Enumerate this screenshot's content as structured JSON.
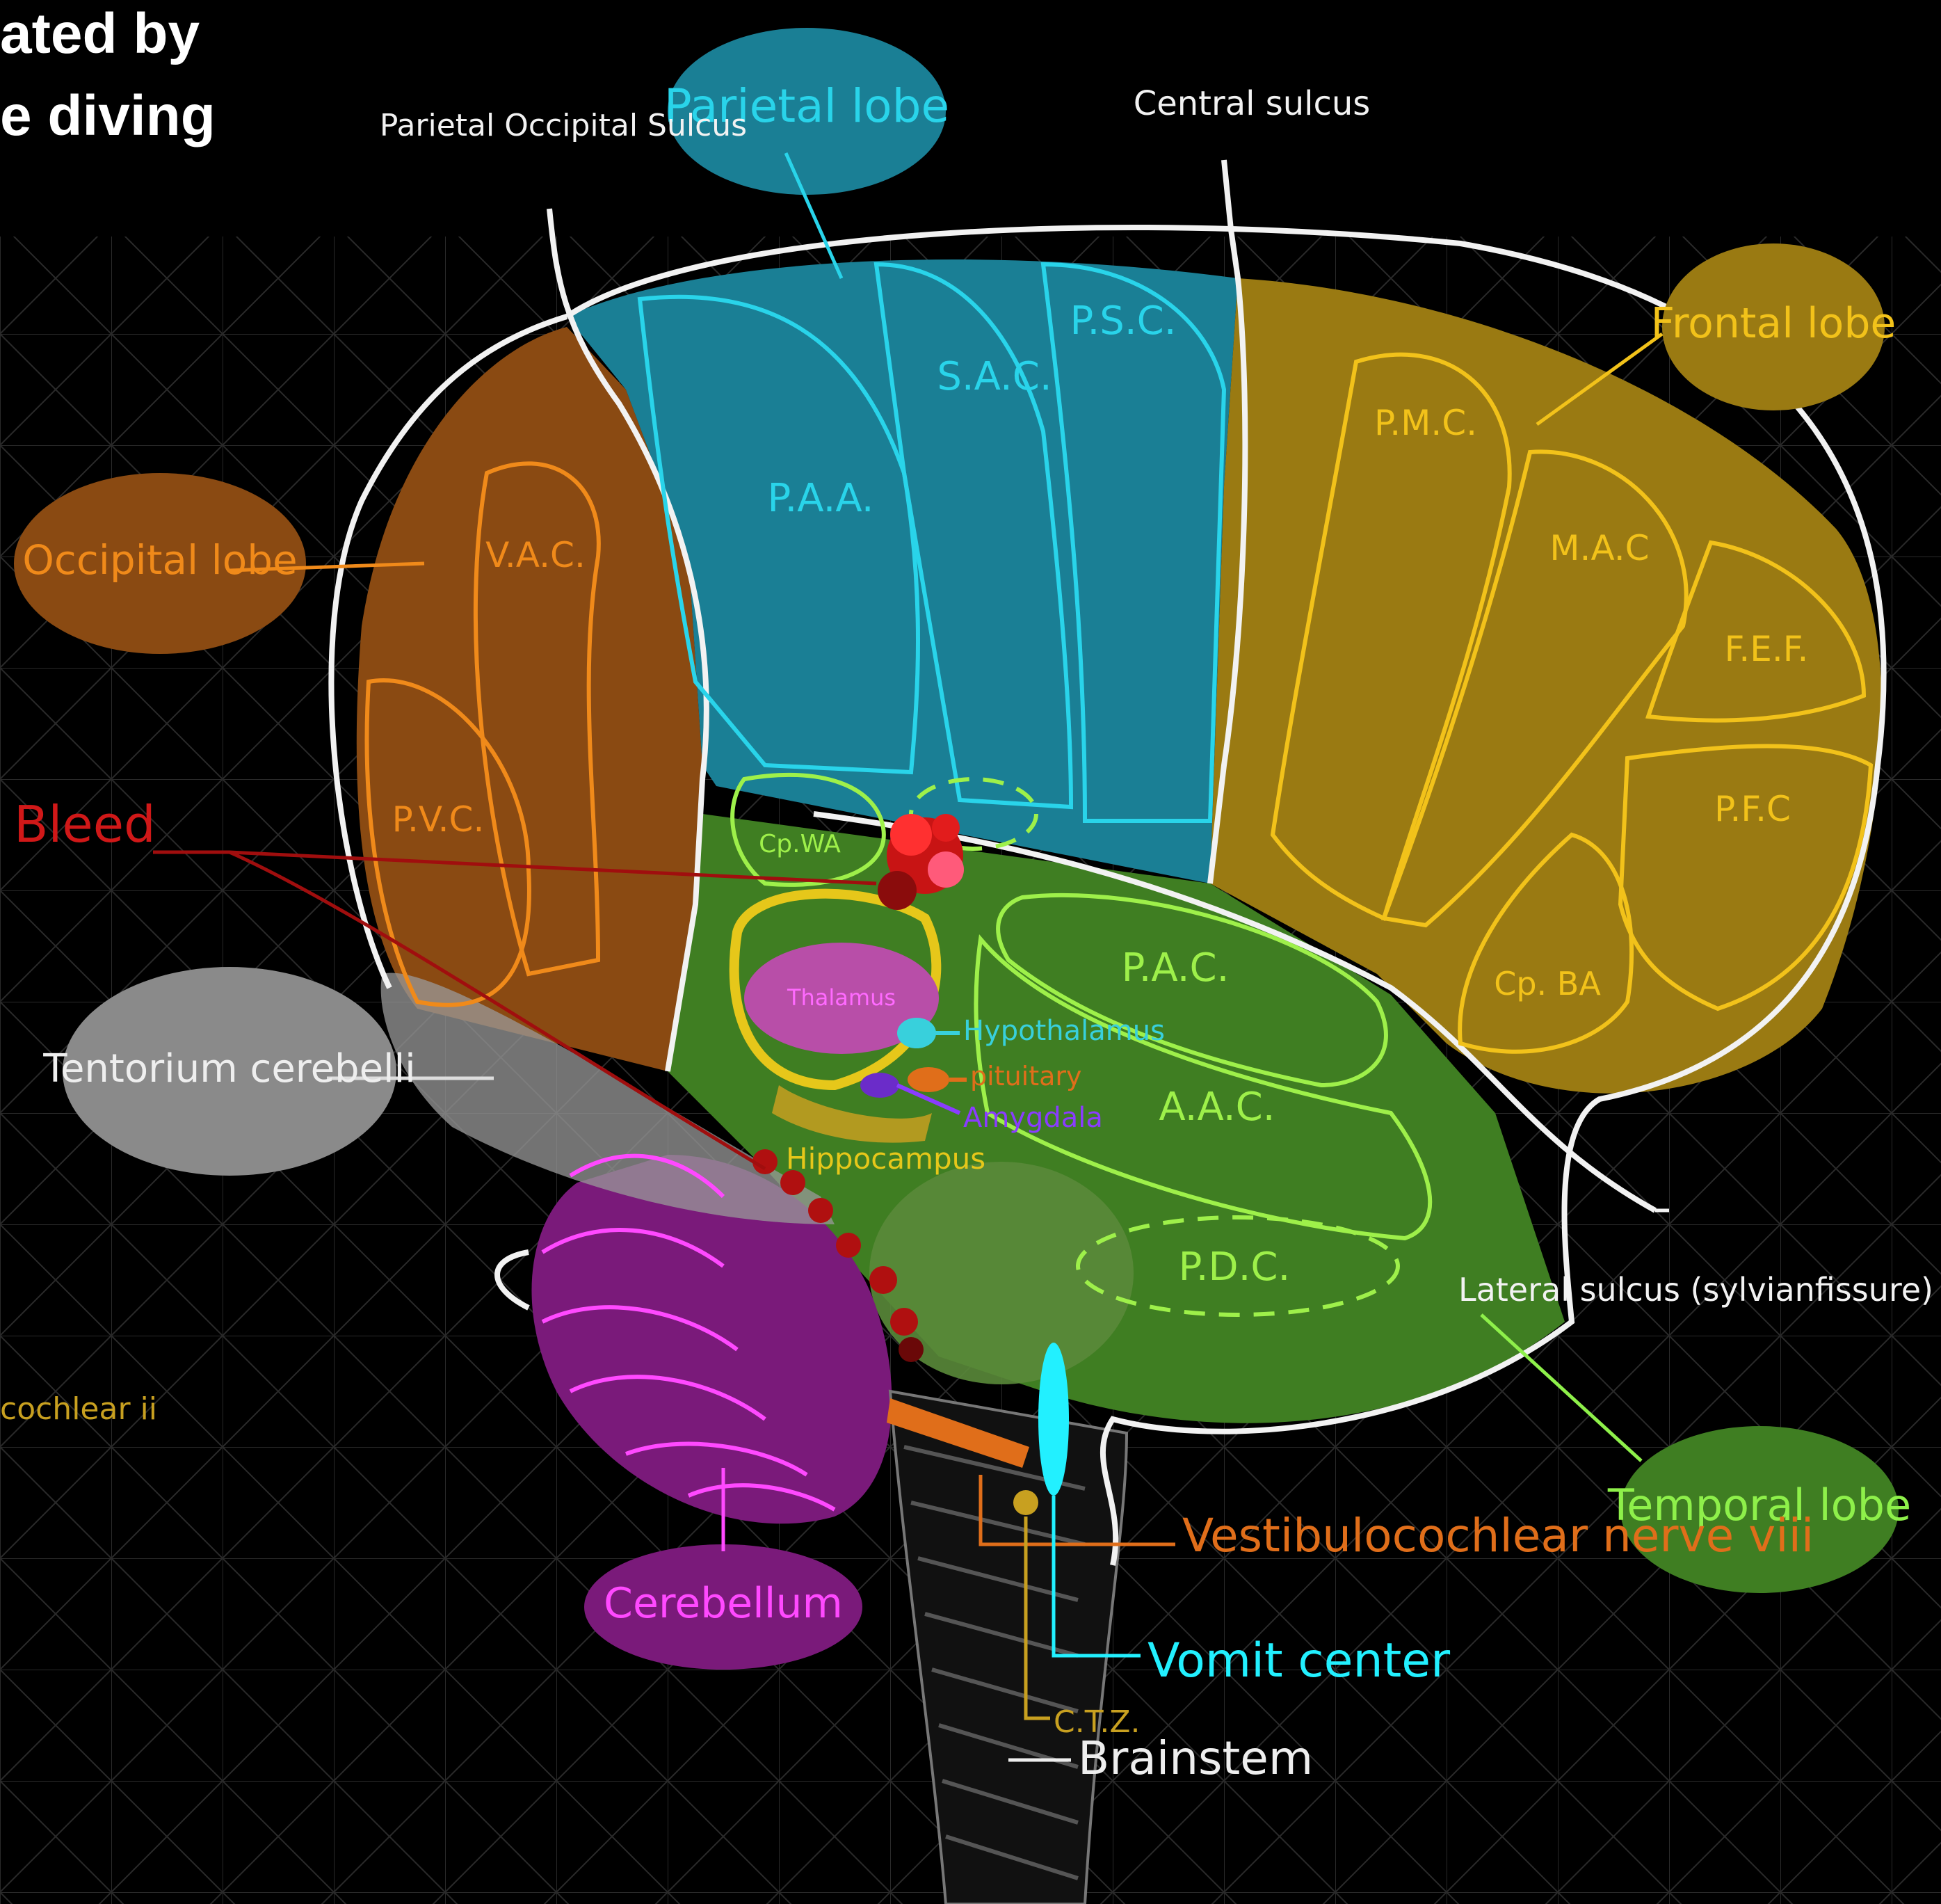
{
  "header": {
    "line1": "ated by",
    "line2": "e diving"
  },
  "lobes": {
    "parietal": "Parietal lobe",
    "frontal": "Frontal lobe",
    "occipital": "Occipital lobe",
    "temporal": "Temporal lobe",
    "cerebellum": "Cerebellum",
    "tentorium": "Tentorium cerebelli"
  },
  "sulci": {
    "parieto_occipital": "Parietal Occipital Sulcus",
    "central": "Central sulcus",
    "lateral": "Lateral sulcus (sylvianfissure)"
  },
  "areas": {
    "psc": "P.S.C.",
    "sac": "S.A.C.",
    "paa": "P.A.A.",
    "vac": "V.A.C.",
    "pvc": "P.V.C.",
    "pmc": "P.M.C.",
    "mac": "M.A.C",
    "fef": "F.E.F.",
    "pfc": "P.F.C",
    "cpba": "Cp. BA",
    "cpwa": "Cp.WA",
    "pac": "P.A.C.",
    "aac": "A.A.C.",
    "pdc": "P.D.C."
  },
  "structures": {
    "thalamus": "Thalamus",
    "hypothalamus": "Hypothalamus",
    "pituitary": "pituitary",
    "amygdala": "Amygdala",
    "hippocampus": "Hippocampus",
    "brainstem": "Brainstem",
    "vestibulocochlear": "Vestibulocochlear nerve viii",
    "vomit_center": "Vomit center",
    "ctz": "C.T.Z.",
    "bleed": "Bleed",
    "cut_label": "cochlear ii"
  },
  "colors": {
    "parietal": "#1a7f95",
    "occipital": "#8a4a12",
    "frontal": "#9a7a12",
    "temporal": "#3f7e22",
    "cerebellum": "#7a1a7a",
    "tentorium": "#888888",
    "bleed": "#cc1111",
    "outline": "#f2f2f2"
  }
}
